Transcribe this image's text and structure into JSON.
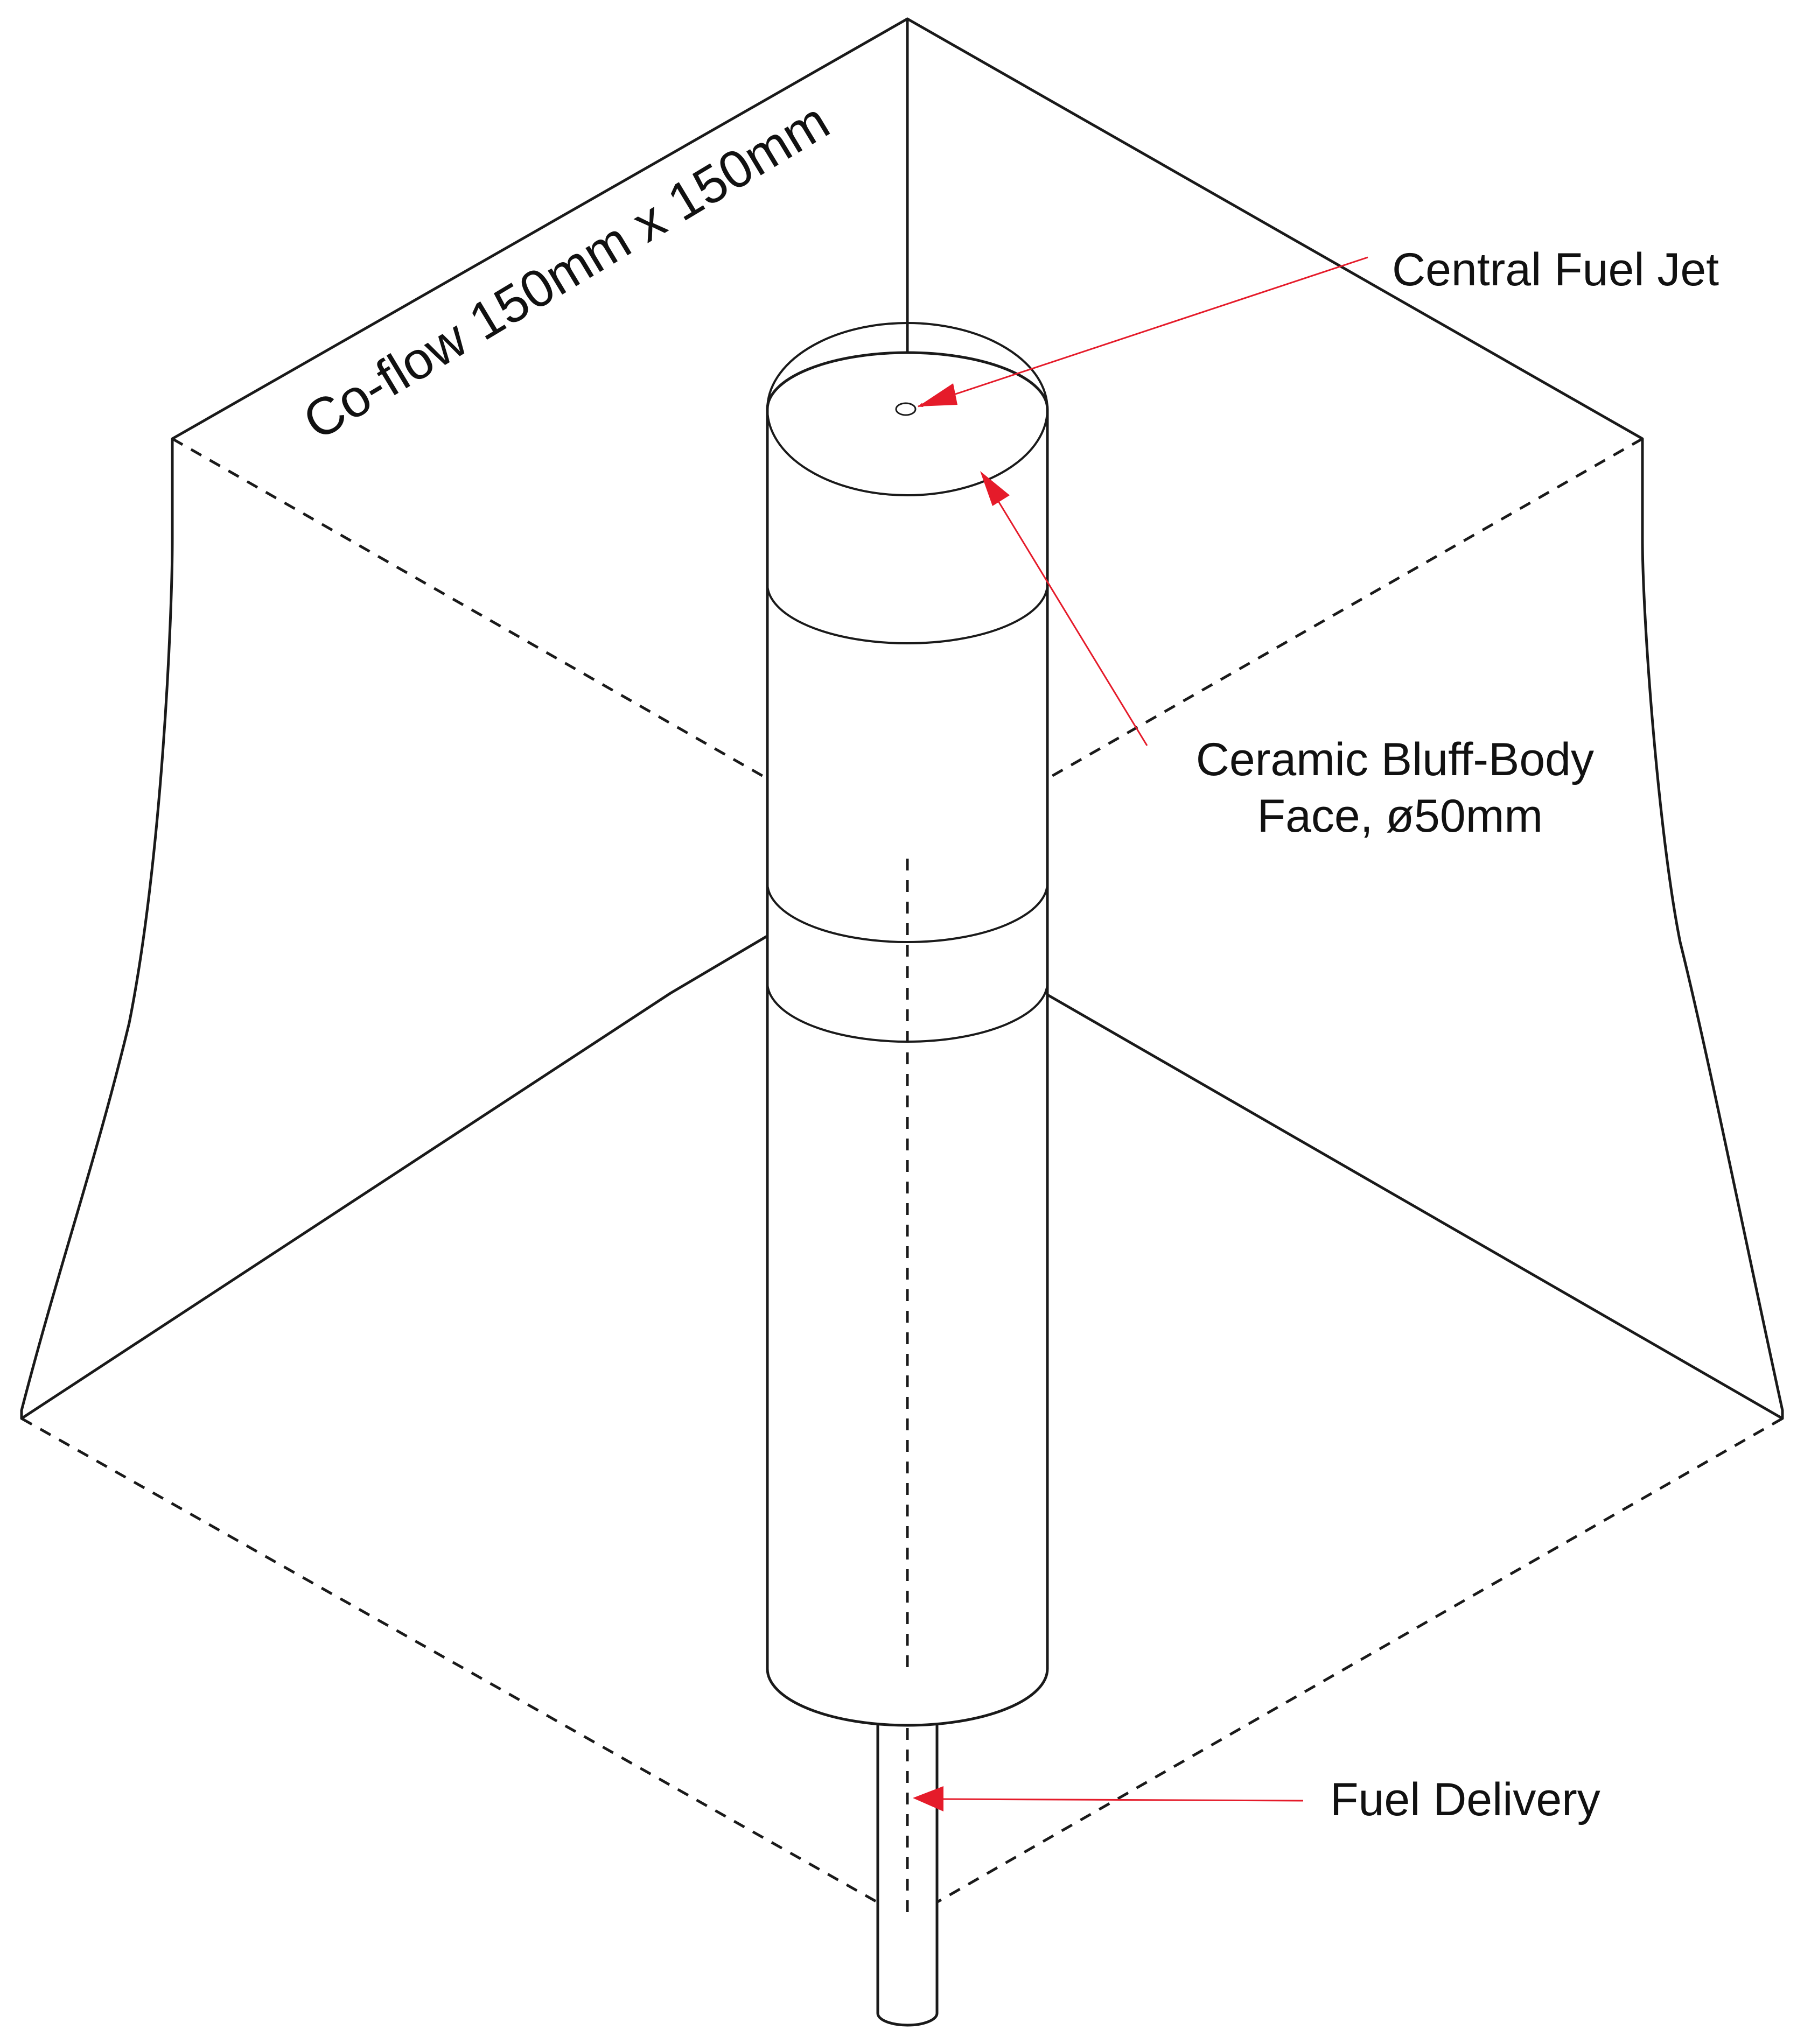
{
  "colors": {
    "left_wall": "#e6f5f0",
    "right_wall": "#c8eadf",
    "outline": "#1a1a1a",
    "leader": "#e51b2a"
  },
  "labels": {
    "coflow": "Co-flow 150mm x 150mm",
    "central_fuel_jet": "Central Fuel Jet",
    "bluff_body_line1": "Ceramic Bluff-Body",
    "bluff_body_line2": "Face, ø50mm",
    "fuel_delivery": "Fuel Delivery"
  }
}
